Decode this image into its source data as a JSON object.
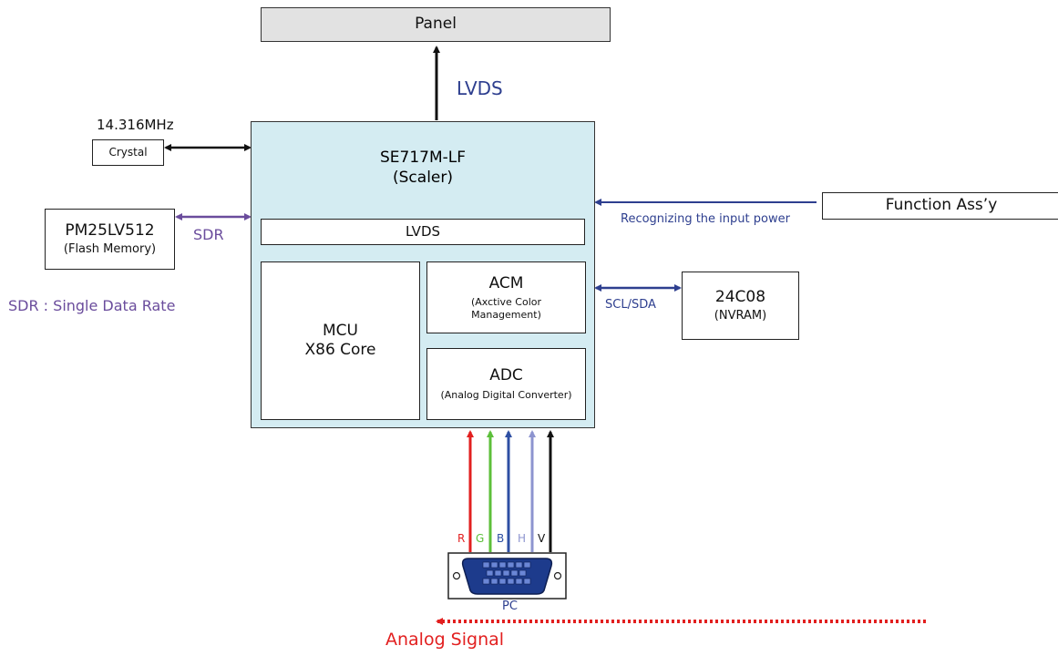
{
  "colors": {
    "scaler_fill": "#d4ecf2",
    "panel_fill": "#e2e2e2",
    "interface_blue": "#2e3f8f",
    "sdr_purple": "#6a4c9c",
    "red": "#e21f1f",
    "green": "#5cbf3a",
    "blue": "#2e4fa3",
    "lavender": "#8d94cf",
    "black": "#111111"
  },
  "panel": {
    "label": "Panel"
  },
  "lvds_top": "LVDS",
  "crystal": {
    "freq": "14.316MHz",
    "label": "Crystal"
  },
  "scaler": {
    "title": "SE717M-LF",
    "subtitle": "(Scaler)"
  },
  "lvds_inner": "LVDS",
  "mcu": {
    "line1": "MCU",
    "line2": "X86 Core"
  },
  "acm": {
    "title": "ACM",
    "line1": "(Axctive Color",
    "line2": "Management)"
  },
  "adc": {
    "title": "ADC",
    "desc": "(Analog Digital Converter)"
  },
  "flash": {
    "title": "PM25LV512",
    "desc": "(Flash Memory)"
  },
  "sdr_label": "SDR",
  "sdr_note": "SDR : Single Data Rate",
  "function": {
    "label": "Function Ass’y",
    "note": "Recognizing the input power"
  },
  "nvram": {
    "title": "24C08",
    "desc": "(NVRAM)",
    "bus": "SCL/SDA"
  },
  "signals": [
    "R",
    "G",
    "B",
    "H",
    "V"
  ],
  "pc_label": "PC",
  "analog_label": "Analog Signal"
}
